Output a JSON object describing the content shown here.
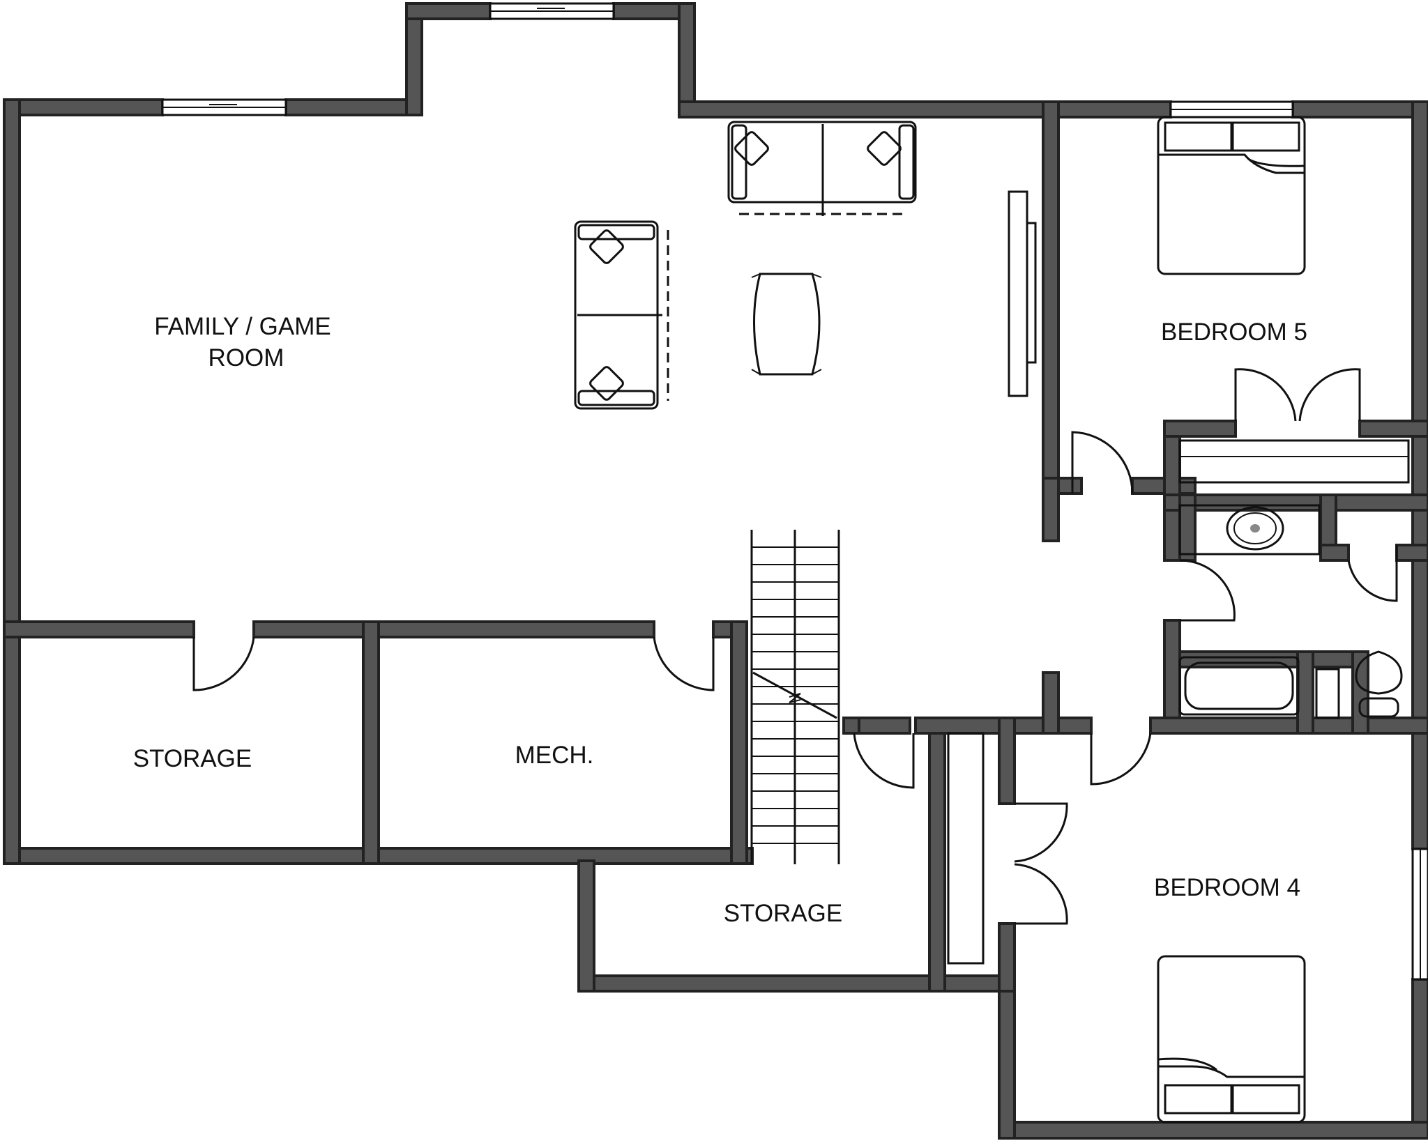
{
  "rooms": {
    "family_line1": "FAMILY / GAME",
    "family_line2": "ROOM",
    "bedroom5": "BEDROOM 5",
    "bedroom4": "BEDROOM 4",
    "storage_left": "STORAGE",
    "mech": "MECH.",
    "storage_bottom": "STORAGE"
  }
}
